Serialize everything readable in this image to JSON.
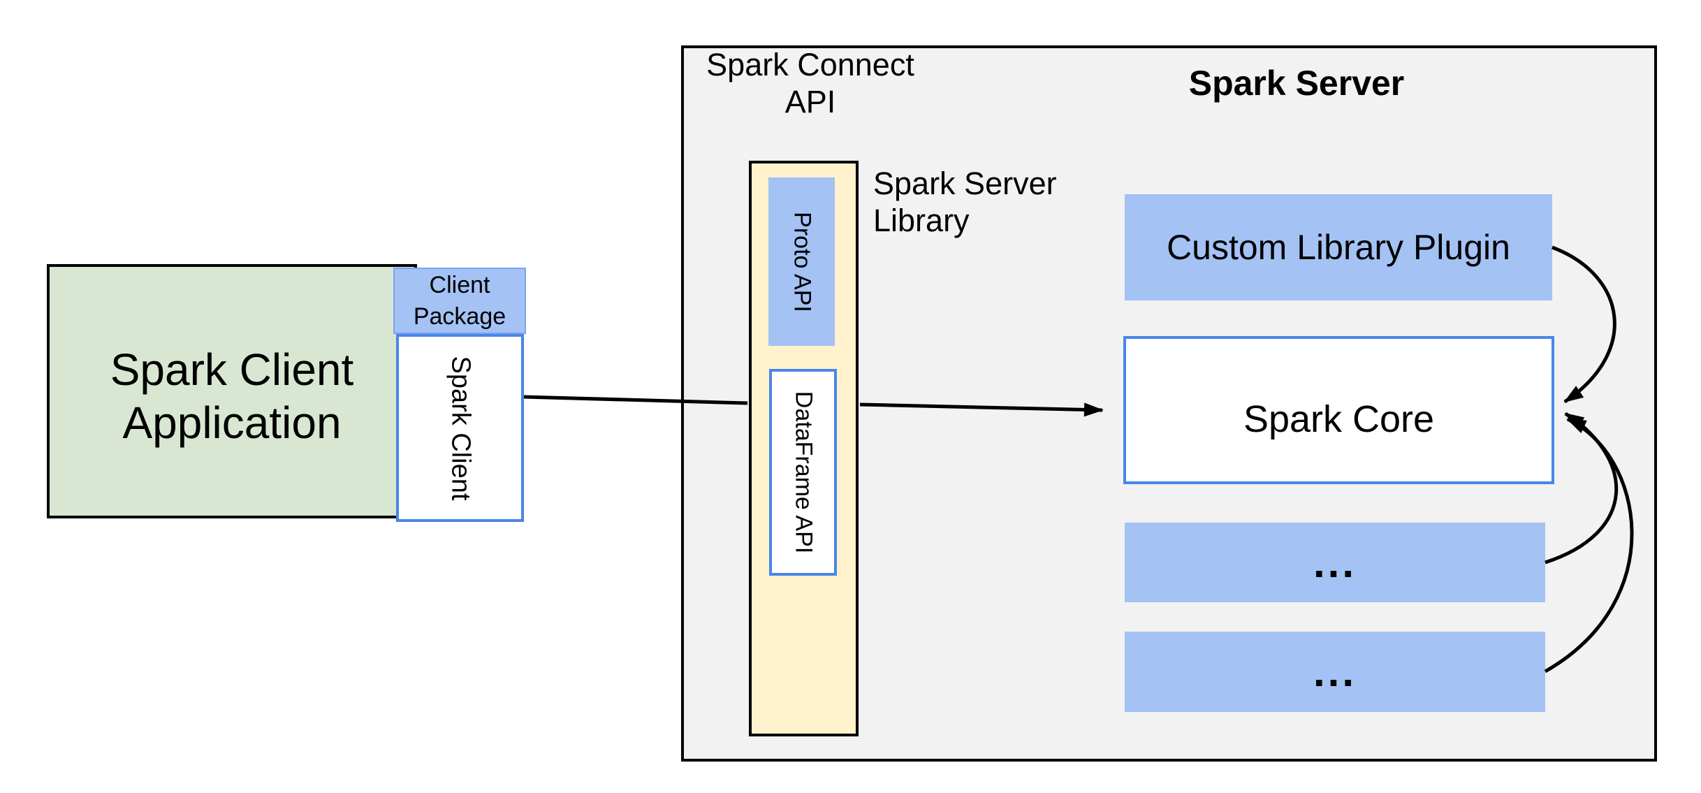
{
  "diagram": {
    "client": {
      "app_label": "Spark Client Application",
      "package_label": "Client Package",
      "spark_client_label": "Spark Client"
    },
    "connect": {
      "api_label": "Spark Connect API",
      "proto_label": "Proto API",
      "dataframe_label": "DataFrame API",
      "library_label": "Spark Server Library"
    },
    "server": {
      "title": "Spark Server",
      "plugin_label": "Custom Library Plugin",
      "core_label": "Spark Core",
      "slot1_label": "...",
      "slot2_label": "..."
    },
    "colors": {
      "client_app_fill": "#d9e7d2",
      "accent_blue_fill": "#a4c2f4",
      "library_fill": "#fff2cc",
      "container_fill": "#f2f2f2",
      "box_border_blue": "#4a86e8",
      "line_black": "#000000"
    }
  }
}
